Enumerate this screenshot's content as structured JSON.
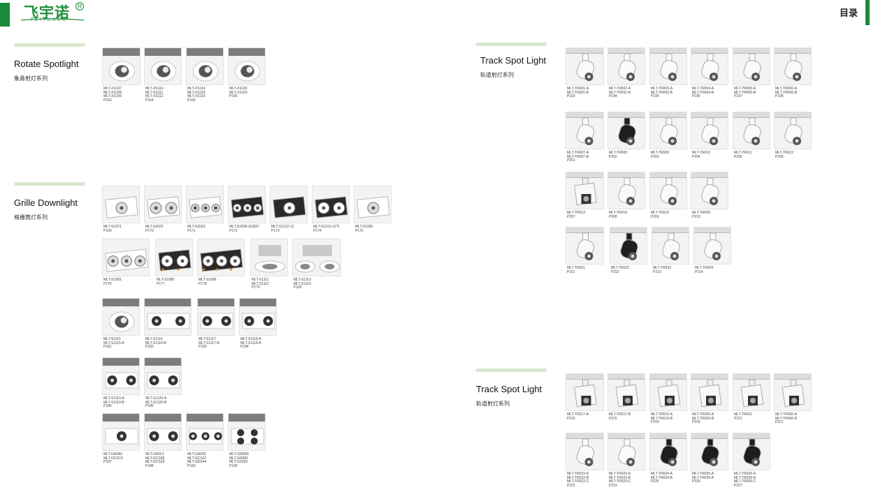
{
  "brand": {
    "name_cn": "飞宇诺",
    "name_en": "FEIYUNUO",
    "reg": "R"
  },
  "toc_label": "目录",
  "sections": [
    {
      "en": "Rotate Spotlight",
      "cn": "象鼻射灯系列"
    },
    {
      "en": "Grille Downlight",
      "cn": "格栅筒灯系列"
    },
    {
      "en": "Track Spot Light",
      "cn": "轨道射灯系列"
    },
    {
      "en": "Track Spot Light",
      "cn": "轨道射灯系列"
    }
  ],
  "products": [
    {
      "lines": [
        "MLT-XS107",
        "MLT-XS108",
        "MLT-XS109",
        "P163"
      ],
      "icon": "rotate-spotlight-icon"
    },
    {
      "lines": [
        "MLT-XS110",
        "MLT-XS111",
        "MLT-XS112",
        "P164"
      ],
      "icon": "rotate-spotlight-icon"
    },
    {
      "lines": [
        "MLT-XS114",
        "MLT-XS115",
        "MLT-XS116",
        "P165"
      ],
      "icon": "rotate-spotlight-icon"
    },
    {
      "lines": [
        "MLT-XS118",
        "MLT-XS119",
        "P166"
      ],
      "icon": "rotate-spotlight-icon"
    },
    {
      "lines": [
        "MLT-S1021",
        "P169"
      ],
      "icon": "grille-downlight-icon"
    },
    {
      "lines": [
        "MLT-S2022",
        "P170"
      ],
      "icon": "grille-downlight-icon"
    },
    {
      "lines": [
        "MLT-S2023",
        "P171"
      ],
      "icon": "grille-downlight-icon"
    },
    {
      "lines": [
        "MLT-S1838 /S1837",
        "P172"
      ],
      "icon": "grille-downlight-icon"
    },
    {
      "lines": [
        "MLT-S1212-12",
        "P173"
      ],
      "icon": "grille-downlight-icon"
    },
    {
      "lines": [
        "MLT-S1212-12*2",
        "P174"
      ],
      "icon": "grille-downlight-icon"
    },
    {
      "lines": [
        "MLT-S1080",
        "P175"
      ],
      "icon": "grille-downlight-icon"
    },
    {
      "lines": [
        "MLT-S1083",
        "P176"
      ],
      "icon": "grille-downlight-icon"
    },
    {
      "lines": [
        "MLT-S1085",
        "P177"
      ],
      "icon": "grille-downlight-icon"
    },
    {
      "lines": [
        "MLT-S1086",
        "P178"
      ],
      "icon": "grille-downlight-icon"
    },
    {
      "lines": [
        "MLT-S1111",
        "MLT-S1112",
        "P179"
      ],
      "icon": "grille-downlight-icon"
    },
    {
      "lines": [
        "MLT-S1113",
        "MLT-S1114",
        "P180"
      ],
      "icon": "grille-downlight-icon"
    },
    {
      "lines": [
        "MLT-S1115",
        "MLT-S1115-A",
        "P181"
      ],
      "icon": "grille-downlight-icon"
    },
    {
      "lines": [
        "MLT-S1116",
        "MLT-S1116-B",
        "P182"
      ],
      "icon": "grille-downlight-icon"
    },
    {
      "lines": [
        "MLT-S1117",
        "MLT-S1117-B",
        "P183"
      ],
      "icon": "grille-downlight-icon"
    },
    {
      "lines": [
        "MLT-S1118-A",
        "MLT-S1118-B",
        "P184"
      ],
      "icon": "grille-downlight-icon"
    },
    {
      "lines": [
        "MLT-S1119-A",
        "MLT-S1119-B",
        "P185"
      ],
      "icon": "grille-downlight-icon"
    },
    {
      "lines": [
        "MLT-S1120-A",
        "MLT-S1120-B",
        "P186"
      ],
      "icon": "grille-downlight-icon"
    },
    {
      "lines": [
        "MLT-GA0A0",
        "MLT-GC0C0",
        "P187"
      ],
      "icon": "grille-downlight-icon"
    },
    {
      "lines": [
        "MLT-GA0L0",
        "MLT-GCS96",
        "MLT-GCS29",
        "P188"
      ],
      "icon": "grille-downlight-icon"
    },
    {
      "lines": [
        "MLT-GA030",
        "MLT-GCS37",
        "MLT-GES44",
        "P189"
      ],
      "icon": "grille-downlight-icon"
    },
    {
      "lines": [
        "MLT-GN0N0",
        "MLT-GN080",
        "MLT-G2929",
        "P190"
      ],
      "icon": "grille-downlight-icon"
    },
    {
      "lines": [
        "MLT-TR001-A",
        "MLT-TR001-B",
        "P193"
      ],
      "icon": "track-spotlight-icon"
    },
    {
      "lines": [
        "MLT-TR002-A",
        "MLT-TR002-B",
        "P194"
      ],
      "icon": "track-spotlight-icon"
    },
    {
      "lines": [
        "MLT-TR003-A",
        "MLT-TR003-B",
        "P195"
      ],
      "icon": "track-spotlight-icon"
    },
    {
      "lines": [
        "MLT-TR004-A",
        "MLT-TR004-B",
        "P196"
      ],
      "icon": "track-spotlight-icon"
    },
    {
      "lines": [
        "MLT-TR005-A",
        "MLT-TR005-B",
        "P197"
      ],
      "icon": "track-spotlight-icon"
    },
    {
      "lines": [
        "MLT-TR006-A",
        "MLT-TR006-B",
        "P198"
      ],
      "icon": "track-spotlight-icon"
    },
    {
      "lines": [
        "MLT-TR007-A",
        "MLT-TR007-B",
        "P201"
      ],
      "icon": "track-spotlight-icon"
    },
    {
      "lines": [
        "MLT-TR008",
        "P202"
      ],
      "icon": "track-spotlight-icon"
    },
    {
      "lines": [
        "MLT-TR009",
        "P203"
      ],
      "icon": "track-spotlight-icon"
    },
    {
      "lines": [
        "MLT-TR010",
        "P204"
      ],
      "icon": "track-spotlight-icon"
    },
    {
      "lines": [
        "MLT-TR011",
        "P205"
      ],
      "icon": "track-spotlight-icon"
    },
    {
      "lines": [
        "MLT-TR012",
        "P206"
      ],
      "icon": "track-spotlight-icon"
    },
    {
      "lines": [
        "MLT-TR013",
        "P207"
      ],
      "icon": "track-spotlight-icon"
    },
    {
      "lines": [
        "MLT-TR014",
        "P208"
      ],
      "icon": "track-spotlight-icon"
    },
    {
      "lines": [
        "MLT-TR015",
        "P209"
      ],
      "icon": "track-spotlight-icon"
    },
    {
      "lines": [
        "MLT-TR030",
        "P210"
      ],
      "icon": "track-spotlight-icon"
    },
    {
      "lines": [
        "MLT-TR031",
        "P211"
      ],
      "icon": "track-spotlight-icon"
    },
    {
      "lines": [
        "MLT-TR032",
        "P212"
      ],
      "icon": "track-spotlight-icon"
    },
    {
      "lines": [
        "MLT-TR033",
        "P213"
      ],
      "icon": "track-spotlight-icon"
    },
    {
      "lines": [
        "MLT-TR034",
        "P214"
      ],
      "icon": "track-spotlight-icon"
    },
    {
      "lines": [
        "MLT-TR017-A",
        "P215"
      ],
      "icon": "track-spotlight-icon"
    },
    {
      "lines": [
        "MLT-TR017-B",
        "P215"
      ],
      "icon": "track-spotlight-icon"
    },
    {
      "lines": [
        "MLT-TR019-A",
        "MLT-TR019-B",
        "P219"
      ],
      "icon": "track-spotlight-icon"
    },
    {
      "lines": [
        "MLT-TR020-A",
        "MLT-TR020-B",
        "P220"
      ],
      "icon": "track-spotlight-icon"
    },
    {
      "lines": [
        "MLT-TR021",
        "P221"
      ],
      "icon": "track-spotlight-icon"
    },
    {
      "lines": [
        "MLT-TR006-A",
        "MLT-TR006-B",
        "P221"
      ],
      "icon": "track-spotlight-icon"
    },
    {
      "lines": [
        "MLT-TR022-A",
        "MLT-TR022-B",
        "MLT-TR022-C",
        "P222"
      ],
      "icon": "track-spotlight-icon"
    },
    {
      "lines": [
        "MLT-TR023-A",
        "MLT-TR023-B",
        "MLT-TR023-C",
        "P223"
      ],
      "icon": "track-spotlight-icon"
    },
    {
      "lines": [
        "MLT-TR024-A",
        "MLT-TR024-B",
        "P225"
      ],
      "icon": "track-spotlight-icon"
    },
    {
      "lines": [
        "MLT-TR025-A",
        "MLT-TR025-A",
        "P226"
      ],
      "icon": "track-spotlight-icon"
    },
    {
      "lines": [
        "MLT-TR026-A",
        "MLT-TR026-B",
        "MLT-TR026-C",
        "P227"
      ],
      "icon": "track-spotlight-icon"
    }
  ],
  "colors": {
    "brand_green": "#1a8a3a",
    "pill": "#d9e8cf",
    "thumb_bg": "#f3f3f3"
  }
}
